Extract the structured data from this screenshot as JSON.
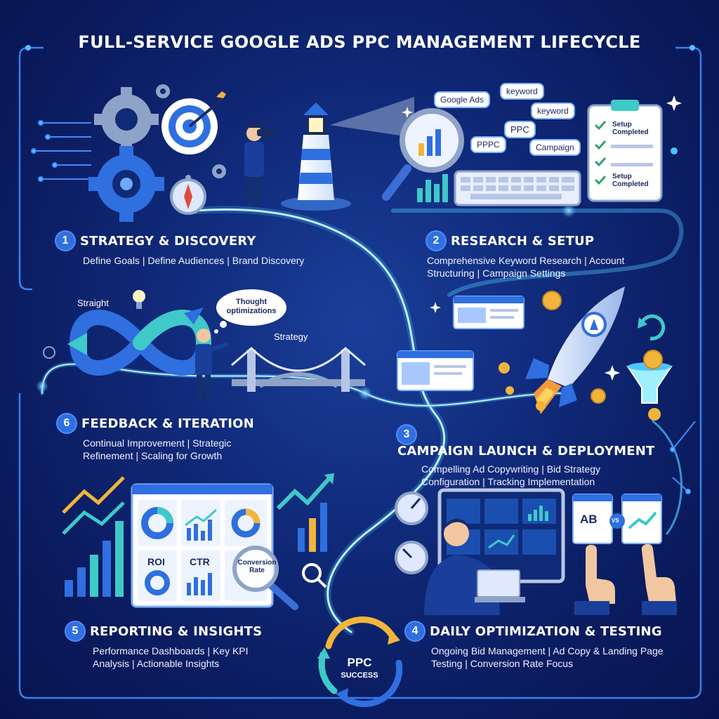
{
  "title": "FULL-SERVICE GOOGLE ADS PPC MANAGEMENT LIFECYCLE",
  "steps": [
    {
      "num": "1",
      "title": "STRATEGY & DISCOVERY",
      "desc": "Define Goals | Define Audiences | Brand Discovery"
    },
    {
      "num": "2",
      "title": "RESEARCH & SETUP",
      "desc": "Comprehensive Keyword Research | Account Structuring | Campaign Settings"
    },
    {
      "num": "3",
      "title": "CAMPAIGN LAUNCH & DEPLOYMENT",
      "desc": "Compelling Ad Copywriting | Bid Strategy Configuration | Tracking Implementation"
    },
    {
      "num": "4",
      "title": "DAILY OPTIMIZATION & TESTING",
      "desc": "Ongoing Bid Management | Ad Copy & Landing Page Testing | Conversion Rate Focus"
    },
    {
      "num": "5",
      "title": "REPORTING & INSIGHTS",
      "desc": "Performance Dashboards | Key KPI Analysis | Actionable Insights"
    },
    {
      "num": "6",
      "title": "FEEDBACK & ITERATION",
      "desc": "Continual Improvement | Strategic Refinement | Scaling for Growth"
    }
  ],
  "research_labels": {
    "google_ads": "Google Ads",
    "keyword1": "keyword",
    "keyword2": "keyword",
    "ppc": "PPC",
    "pppc": "PPPC",
    "campaign": "Campaign"
  },
  "checklist": {
    "item1": "Setup Completed",
    "item2": "Setup Completed"
  },
  "feedback_labels": {
    "straight": "Straight",
    "thought": "Thought optimizations",
    "strategy": "Strategy"
  },
  "report_metrics": {
    "roi": "ROI",
    "ctr": "CTR",
    "conversion": "Conversion Rate"
  },
  "ab_test": {
    "ab": "AB",
    "vs": "VS"
  },
  "center_badge": {
    "main": "PPC",
    "sub": "SUCCESS"
  },
  "colors": {
    "accent_blue": "#2f6fe0",
    "glow": "#4fc3ff",
    "background": "#0a1a5c",
    "teal": "#3fc9c9",
    "gold": "#f2b53a"
  },
  "icons": [
    "gear-icon",
    "target-icon",
    "lighthouse-icon",
    "compass-icon",
    "magnifier-icon",
    "keyboard-icon",
    "clipboard-icon",
    "rocket-icon",
    "funnel-icon",
    "coin-icon",
    "infinity-loop-icon",
    "bridge-icon",
    "lightbulb-icon",
    "gauge-icon",
    "bar-chart-icon",
    "donut-chart-icon",
    "cycle-arrows-icon"
  ]
}
